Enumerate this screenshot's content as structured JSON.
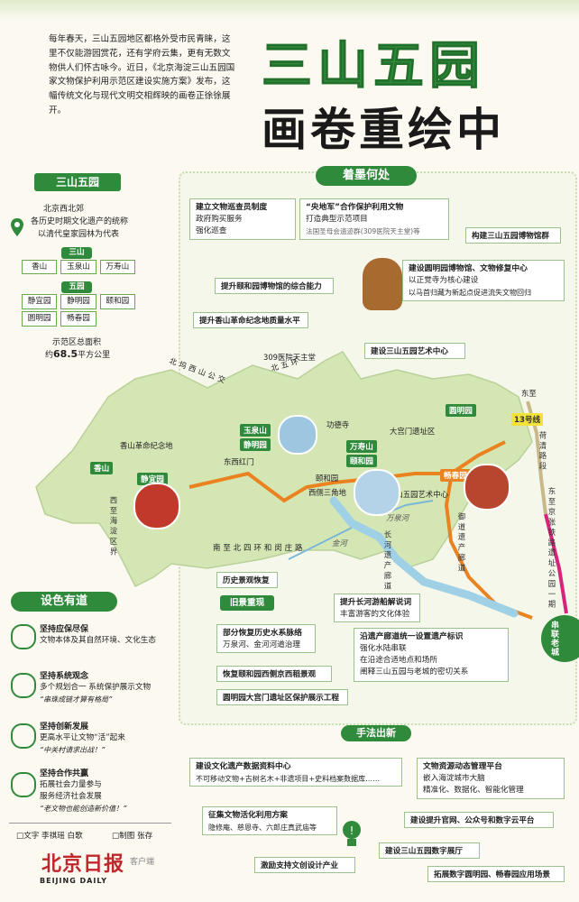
{
  "intro": "每年春天，三山五园地区都格外受市民青睐，这里不仅能游园赏花，还有学府云集，更有无数文物供人们怀古咏今。近日，《北京海淀三山五园国家文物保护利用示范区建设实施方案》发布，这幅传统文化与现代文明交相辉映的画卷正徐徐展开。",
  "title_line1": "三山五园",
  "title_line2": "画卷重绘中",
  "left_panel": {
    "header": "三山五园",
    "location": "北京西北郊",
    "desc_line1": "各历史时期文化遗产的统称",
    "desc_line2": "以清代皇家园林为代表",
    "san_label": "三山",
    "san_items": [
      "香山",
      "玉泉山",
      "万寿山"
    ],
    "wu_label": "五园",
    "wu_items": [
      "静宜园",
      "静明园",
      "颐和园",
      "圆明园",
      "畅春园"
    ],
    "area_label": "示范区总面积",
    "area_prefix": "约",
    "area_value": "68.5",
    "area_unit": "平方公里"
  },
  "zhuomo": {
    "header": "着墨何处",
    "box1": {
      "title": "建立文物巡查员制度",
      "l1": "政府购买服务",
      "l2": "强化巡查"
    },
    "box2": {
      "title": "“央地军”合作保护利用文物",
      "l1": "打造典型示范项目",
      "l2": "法国圣母会遗迹群(309医院天主堂)等"
    },
    "box3": {
      "title": "构建三山五园博物馆群"
    },
    "box4": {
      "title": "建设圆明园博物馆、文物修复中心",
      "l1": "以正觉寺为核心建设",
      "l2": "以马首归藏为新起点促进流失文物回归"
    },
    "box5": {
      "title": "提升颐和园博物馆的综合能力"
    },
    "box6": {
      "title": "提升香山革命纪念地质量水平"
    },
    "box7": {
      "title": "建设三山五园艺术中心"
    }
  },
  "map": {
    "road_north": "北五环",
    "road_north_full": "北坞西山公交",
    "road_south": "南至北四环和闵庄路",
    "road_west": "西至海淀区界",
    "road_east": "东至京张铁路遗址公园一期",
    "road_east_top": "东至",
    "road_east_mid": "荷清路段",
    "line13": "13号线",
    "chuanlian": "串联老城",
    "places": {
      "tianzhutang": "309医院天主堂",
      "xiangshan_memorial": "香山革命纪念地",
      "gongde": "功德寺",
      "dagongmen": "大宫门遗址区",
      "dongxi_hongmen": "东西红门",
      "yiheyuan": "颐和园",
      "xiyi": "西侧三角地",
      "art_center": "三山五园艺术中心",
      "wanquan_river": "万泉河",
      "jin_river": "金河",
      "changhe": "长河遗产廊道",
      "yudao": "御道遗产廊道"
    },
    "tags": {
      "xiangshan": "香山",
      "jingyiyuan": "静宜园",
      "yuquanshan": "玉泉山",
      "jingmingyuan": "静明园",
      "wanshoushan": "万寿山",
      "yiheyuan": "颐和园",
      "yuanmingyuan": "圆明园",
      "changchunyuan": "畅春园"
    }
  },
  "lower": {
    "b_historic": "历史景观恢复",
    "b_jiumao": "旧景重现",
    "b_water": {
      "title": "部分恢复历史水系脉络",
      "l1": "万泉河、金河河道治理"
    },
    "b_yiheyuan": "恢复颐和园西侧京西稻景观",
    "b_yuanming": "圆明园大宫门遗址区保护展示工程",
    "b_changhe": {
      "title": "提升长河游船解说词",
      "l1": "丰富游客的文化体验"
    },
    "b_relic": {
      "title": "沿遗产廊道统一设置遗产标识",
      "l1": "强化水陆串联",
      "l2": "在沿途合适地点和场所",
      "l3": "阐释三山五园与老城的密切关系"
    }
  },
  "seise": {
    "header": "设色有道",
    "p1": {
      "title": "坚持应保尽保",
      "l1": "文物本体及其自然环境、文化生态"
    },
    "p2": {
      "title": "坚持系统观念",
      "l1": "多个规划合一 系统保护展示文物",
      "l2": "“串珠成链才算有格局”"
    },
    "p3": {
      "title": "坚持创新发展",
      "l1": "更高水平让文物“活”起来",
      "l2": "“中关村请求出战！”"
    },
    "p4": {
      "title": "坚持合作共赢",
      "l1": "拓展社会力量参与",
      "l2": "服务经济社会发展",
      "l3": "“老文物也能创造新价值！”"
    }
  },
  "shoufa": {
    "header": "手法出新",
    "b1": {
      "title": "建设文化遗产数据资料中心",
      "l1": "不可移动文物+古树名木+非遗项目+史料档案数据库……"
    },
    "b2": {
      "title": "文物资源动态管理平台",
      "l1": "嵌入海淀城市大脑",
      "l2": "精准化、数据化、智能化管理"
    },
    "b3": {
      "title": "征集文物活化利用方案",
      "l1": "隐修庵、慈恩寺、六郎庄真武庙等"
    },
    "b4": "建设提升官网、公众号和数字云平台",
    "b5": "激励支持文创设计产业",
    "b6": "建设三山五园数字展厅",
    "b7": "拓展数字圆明园、畅春园应用场景"
  },
  "credits": {
    "text": "□文字 李祺瑶 白歌",
    "chart": "□制图 张存",
    "logo": "北京日报",
    "logo_en": "BEIJING DAILY",
    "logo_sub": "客户端"
  }
}
